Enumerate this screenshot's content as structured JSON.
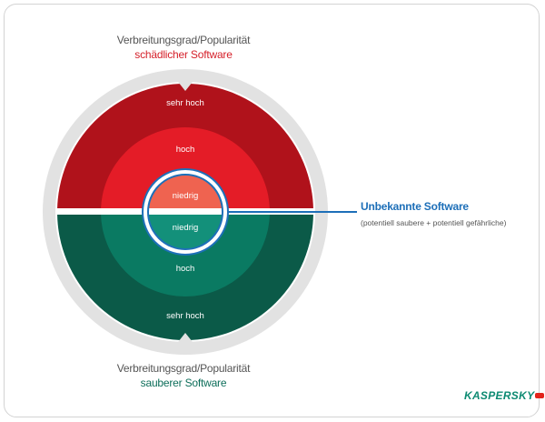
{
  "top_caption": {
    "line1": "Verbreitungsgrad/Popularität",
    "line2": "schädlicher Software"
  },
  "bottom_caption": {
    "line1": "Verbreitungsgrad/Popularität",
    "line2": "sauberer Software"
  },
  "malicious_rings": {
    "outer": "sehr hoch",
    "middle": "hoch",
    "inner": "niedrig"
  },
  "clean_rings": {
    "inner": "niedrig",
    "middle": "hoch",
    "outer": "sehr hoch"
  },
  "unknown": {
    "title": "Unbekannte Software",
    "subtitle": "(potentiell saubere + potentiell gefährliche)"
  },
  "logo": {
    "text": "KASPERSKY"
  },
  "colors": {
    "malicious_outer": "#b0121b",
    "malicious_middle": "#e41c27",
    "malicious_inner": "#ef6350",
    "clean_outer": "#0b5a48",
    "clean_middle": "#0a7a62",
    "clean_inner": "#13907a",
    "gray_ring": "#e2e2e2",
    "unknown_blue": "#1d6fb8"
  }
}
